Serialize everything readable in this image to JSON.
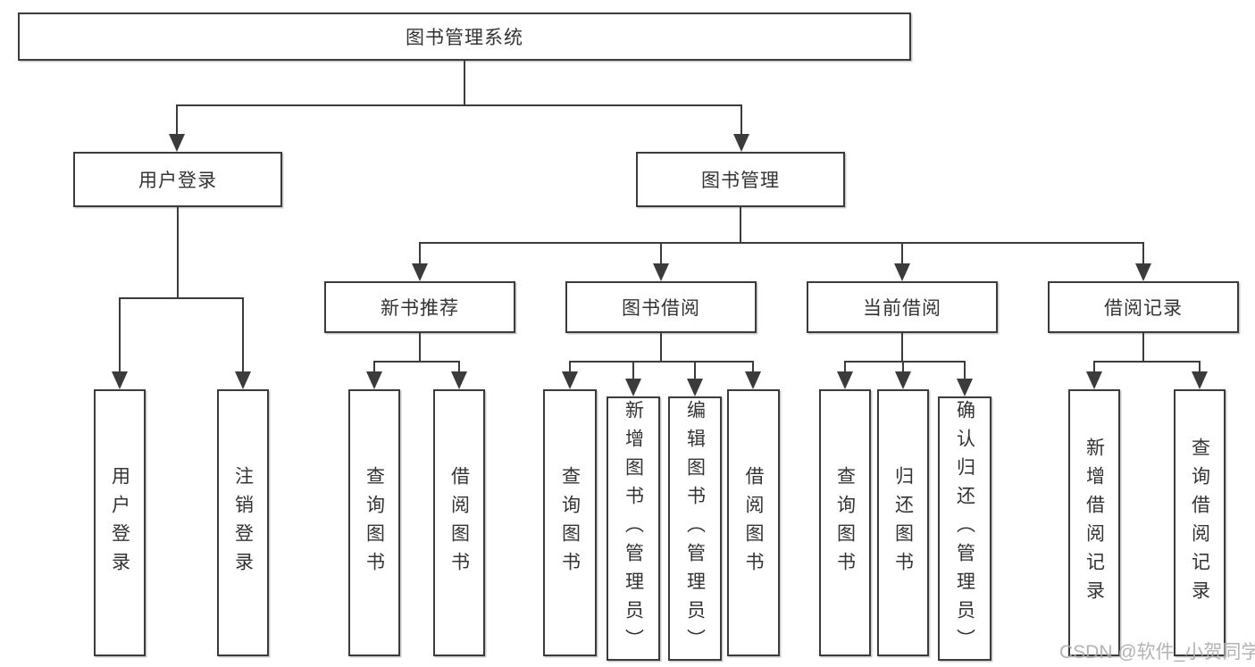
{
  "tree": {
    "title": "图书管理系统",
    "children": [
      {
        "label": "用户登录",
        "children": [
          {
            "label": "用户登录"
          },
          {
            "label": "注销登录"
          }
        ]
      },
      {
        "label": "图书管理",
        "children": [
          {
            "label": "新书推荐",
            "children": [
              {
                "label": "查询图书"
              },
              {
                "label": "借阅图书"
              }
            ]
          },
          {
            "label": "图书借阅",
            "children": [
              {
                "label": "查询图书"
              },
              {
                "label": "新增图书（管理员）"
              },
              {
                "label": "编辑图书（管理员）"
              },
              {
                "label": "借阅图书"
              }
            ]
          },
          {
            "label": "当前借阅",
            "children": [
              {
                "label": "查询图书"
              },
              {
                "label": "归还图书"
              },
              {
                "label": "确认归还（管理员）"
              }
            ]
          },
          {
            "label": "借阅记录",
            "children": [
              {
                "label": "新增借阅记录"
              },
              {
                "label": "查询借阅记录"
              }
            ]
          }
        ]
      }
    ]
  },
  "watermark": {
    "text": "CSDN @软件_小贺同学"
  },
  "colors": {
    "line": "#3b3b3b",
    "text": "#333333",
    "background": "#ffffff",
    "watermark": "#ababab"
  }
}
